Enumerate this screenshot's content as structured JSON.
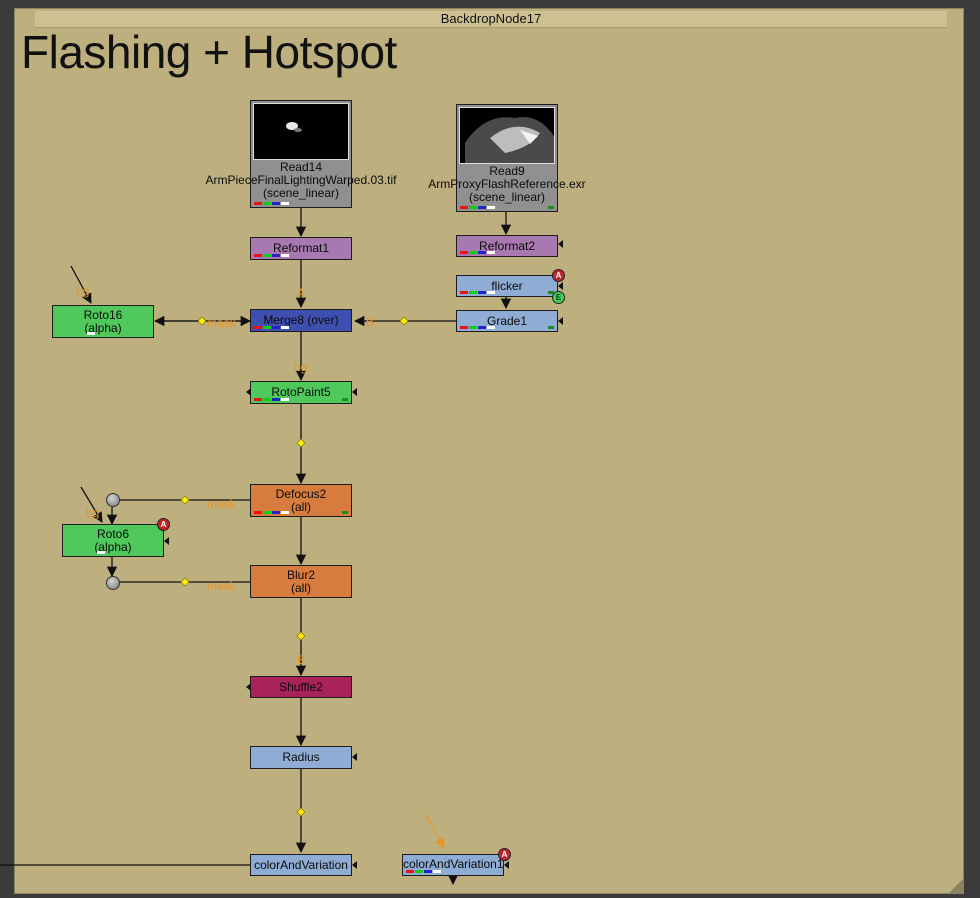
{
  "backdrop": {
    "name": "BackdropNode17",
    "title": "Flashing + Hotspot"
  },
  "nodes": {
    "read14": {
      "name": "Read14",
      "file": "ArmPieceFinalLightingWarped.03.tif",
      "colorspace": "(scene_linear)"
    },
    "read9": {
      "name": "Read9",
      "file": "ArmProxyFlashReference.exr",
      "colorspace": "(scene_linear)"
    },
    "reformat1": "Reformat1",
    "reformat2": "Reformat2",
    "flicker": "flicker",
    "grade1": "Grade1",
    "merge8": "Merge8 (over)",
    "roto16": {
      "name": "Roto16",
      "sub": "(alpha)"
    },
    "rotopaint5": "RotoPaint5",
    "defocus2": {
      "name": "Defocus2",
      "sub": "(all)"
    },
    "roto6": {
      "name": "Roto6",
      "sub": "(alpha)"
    },
    "blur2": {
      "name": "Blur2",
      "sub": "(all)"
    },
    "shuffle2": "Shuffle2",
    "radius": "Radius",
    "colorandvariation": "colorAndVariation",
    "colorandvariation1": "colorAndVariation1"
  },
  "edge_labels": {
    "merge_a": "A",
    "merge_b": "B",
    "merge_mask": "mask",
    "merge_bg": "bg",
    "roto16_bg": "bg",
    "defocus_mask": "mask",
    "roto6_bg": "bg",
    "blur_mask": "mask",
    "shuffle_b": "B"
  },
  "badges": {
    "flicker_a": "A",
    "flicker_e": "E",
    "roto6_a": "A",
    "colorandvariation1_a": "A"
  },
  "colors": {
    "backdrop": "#bdb07e",
    "read": "#909090",
    "reformat": "#a879b0",
    "grade": "#8eacd4",
    "merge": "#3f4fb0",
    "roto": "#4fc85c",
    "defocus": "#d77c3e",
    "shuffle": "#a8235a",
    "wire": "#111111",
    "dot_diamond": "#ffee00"
  }
}
